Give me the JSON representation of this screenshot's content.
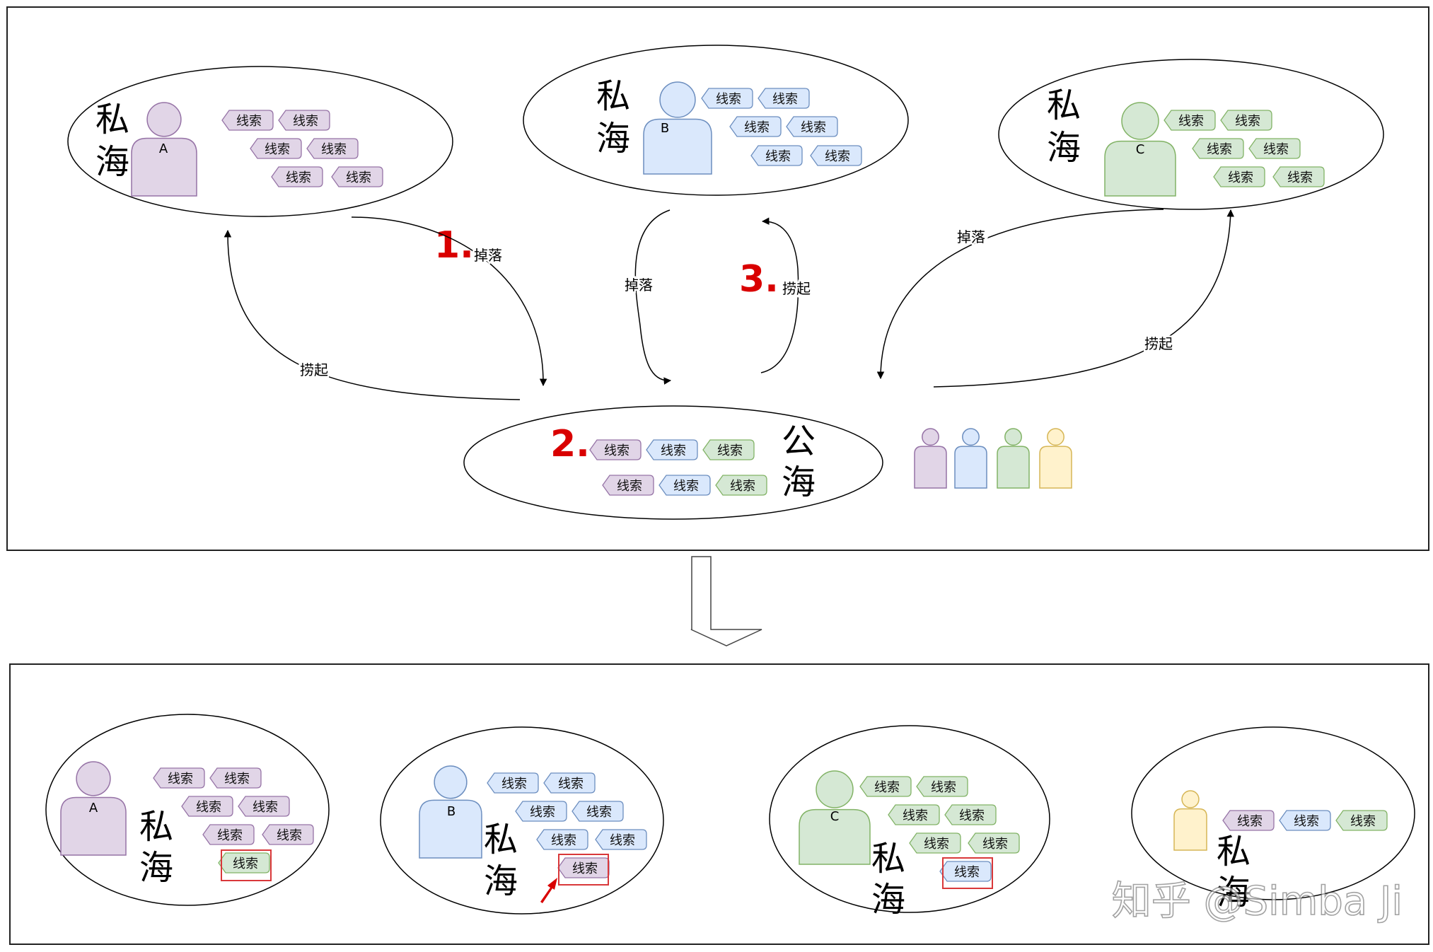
{
  "tag_text": "线索",
  "private_sea": [
    "私",
    "海"
  ],
  "public_sea": [
    "公",
    "海"
  ],
  "users": {
    "a": "A",
    "b": "B",
    "c": "C"
  },
  "edges": {
    "drop": "掉落",
    "pick": "捞起"
  },
  "steps": [
    "1.",
    "2.",
    "3."
  ],
  "watermark": "知乎 @Simba Ji",
  "colors": {
    "purple_fill": "#e1d5e7",
    "purple_stroke": "#9673a6",
    "blue_fill": "#dae8fc",
    "blue_stroke": "#6c8ebf",
    "green_fill": "#d5e8d4",
    "green_stroke": "#82b366",
    "yellow_fill": "#fff2cc",
    "yellow_stroke": "#d6b656",
    "step_red": "#d90000",
    "highlight_red": "#d9383a"
  }
}
